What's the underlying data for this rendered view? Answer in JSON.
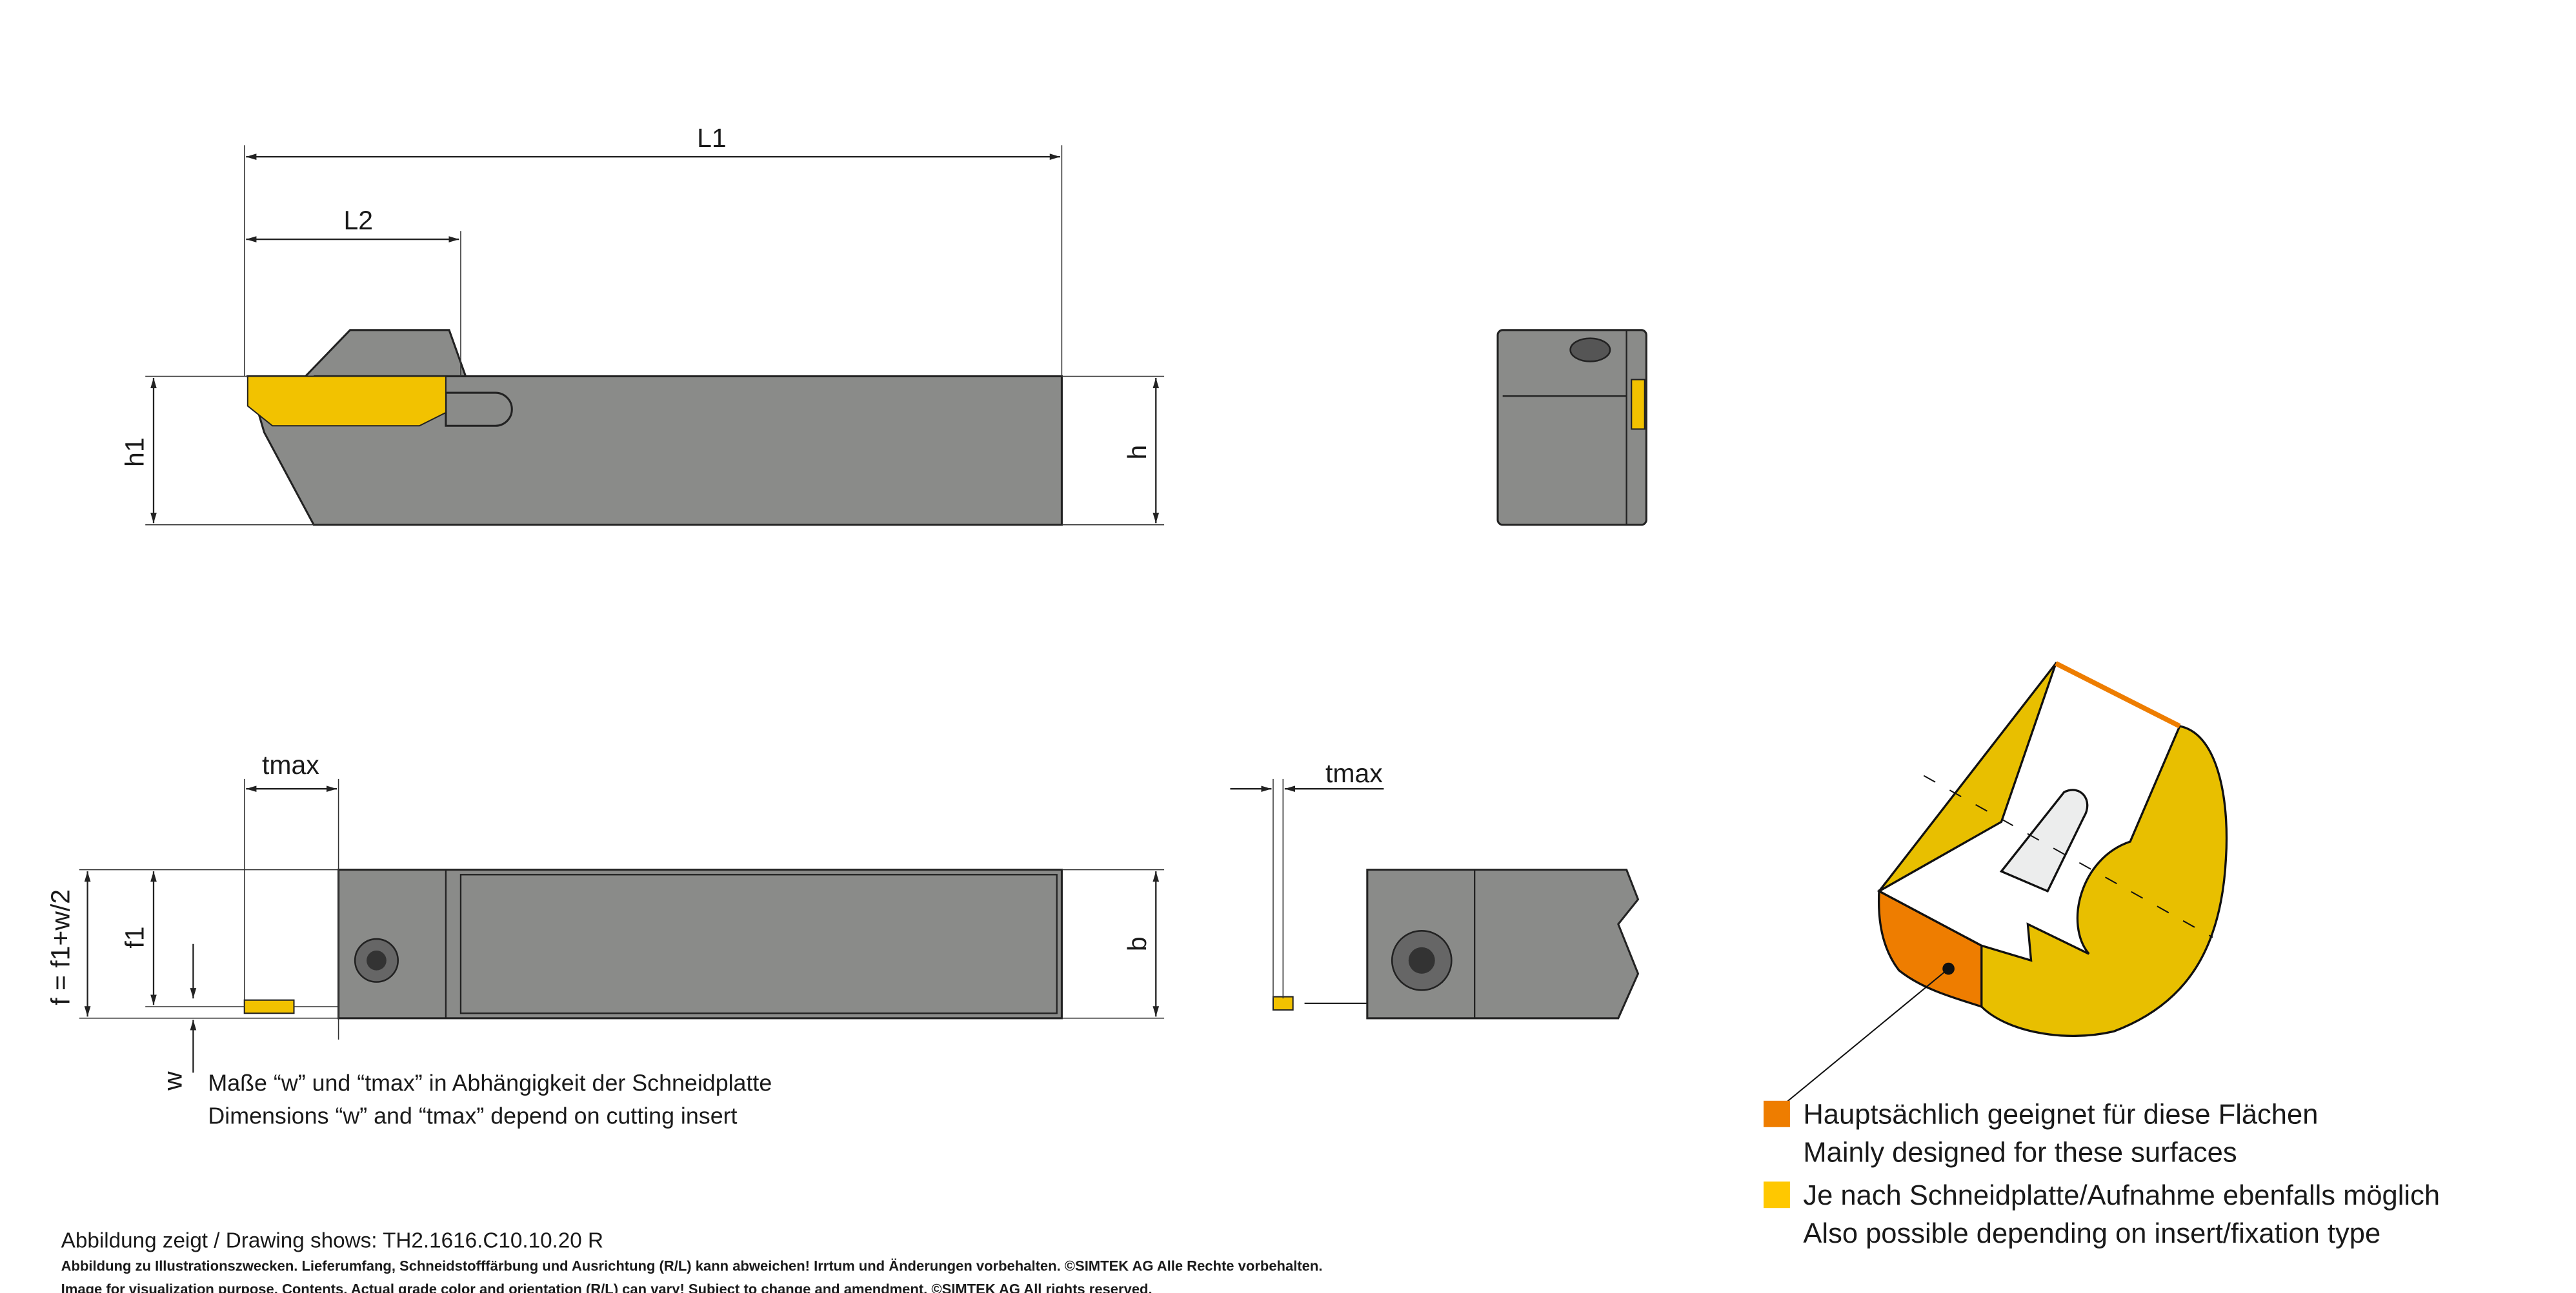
{
  "dimensions": {
    "L1": "L1",
    "L2": "L2",
    "h1": "h1",
    "h": "h",
    "tmax_left": "tmax",
    "tmax_right": "tmax",
    "f": "f = f1+w/2",
    "f1": "f1",
    "b": "b",
    "w": "w"
  },
  "note": {
    "de": "Maße “w” und “tmax” in Abhängigkeit der Schneidplatte",
    "en": "Dimensions “w” and “tmax” depend on cutting insert"
  },
  "legend": {
    "items": [
      {
        "color": "#ee7d00",
        "de": "Hauptsächlich geeignet für diese Flächen",
        "en": "Mainly designed for these surfaces"
      },
      {
        "color": "#ffc800",
        "de": "Je nach Schneidplatte/Aufnahme ebenfalls möglich",
        "en": "Also possible depending on insert/fixation type"
      }
    ]
  },
  "footer": {
    "drawing_shows": "Abbildung zeigt / Drawing shows: TH2.1616.C10.10.20 R",
    "disclaimer_de": "Abbildung zu Illustrationszwecken. Lieferumfang, Schneidstofffärbung und Ausrichtung (R/L) kann abweichen! Irrtum und Änderungen vorbehalten. ©SIMTEK AG Alle Rechte vorbehalten.",
    "disclaimer_en": "Image for visualization purpose. Contents, Actual grade color and orientation (R/L) can vary! Subject to change and amendment. ©SIMTEK AG All rights reserved."
  },
  "colors": {
    "steel": "#8a8b89",
    "insert": "#f2c200",
    "orange": "#ee7d00",
    "yellow": "#e8bf00"
  }
}
